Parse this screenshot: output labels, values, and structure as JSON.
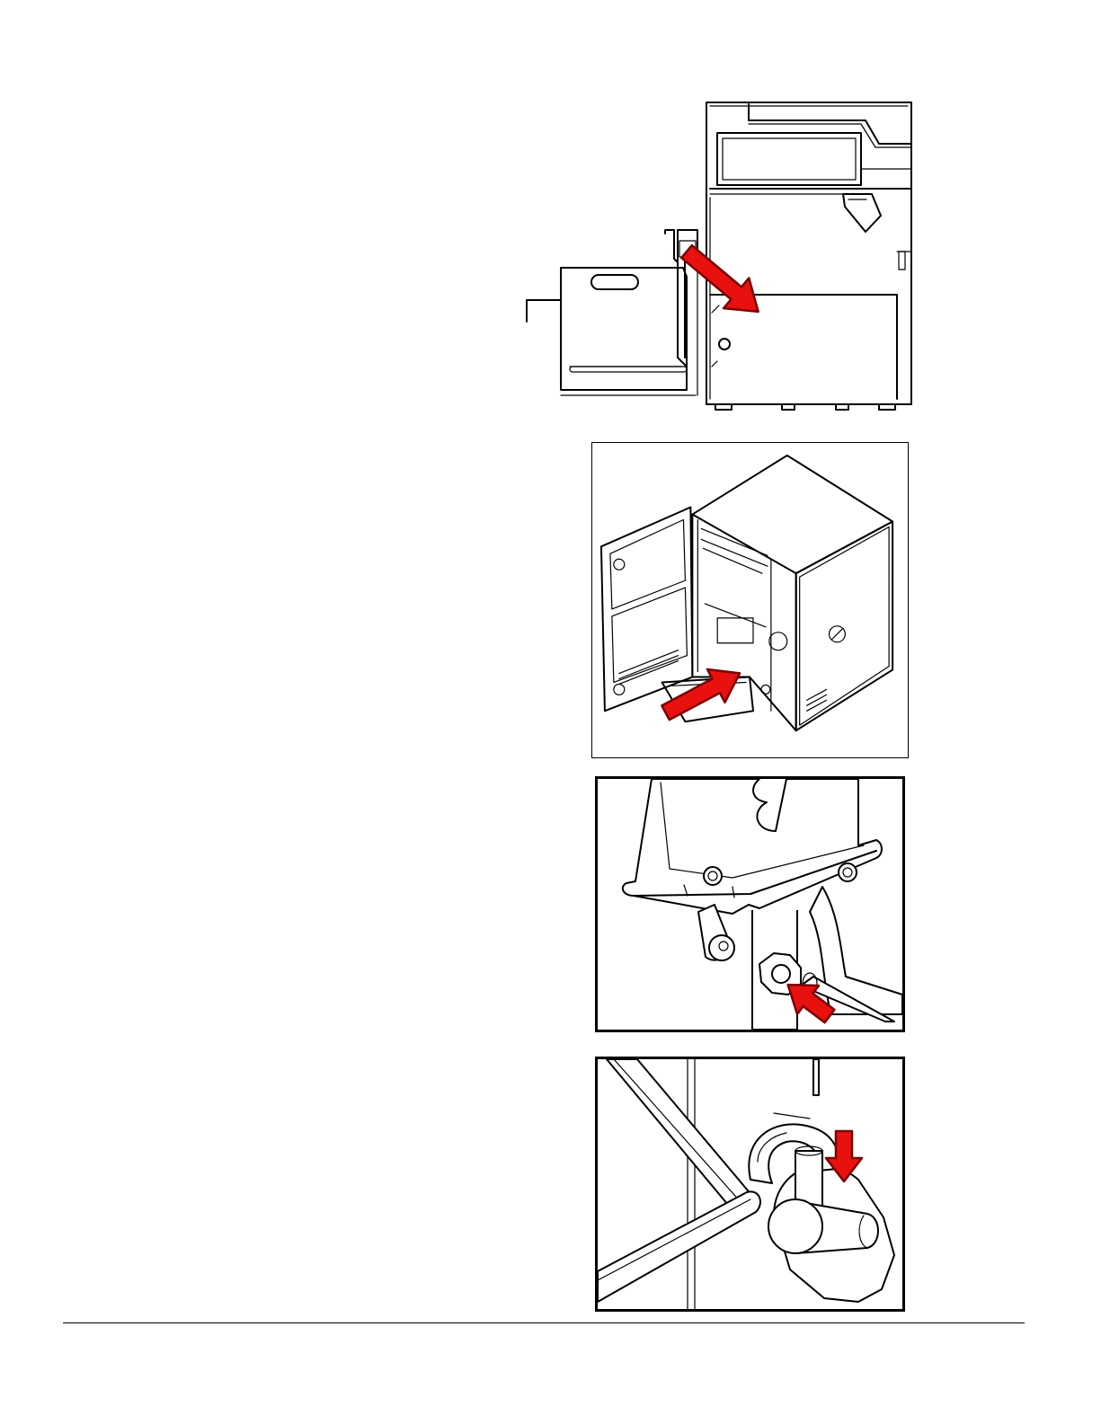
{
  "colors": {
    "line": "#000000",
    "arrow_fill": "#e8110f",
    "arrow_stroke": "#7a0000",
    "background": "#ffffff"
  },
  "figures": [
    {
      "id": "fig-1",
      "arrow": "red-arrow-diagonal-down-right"
    },
    {
      "id": "fig-2",
      "arrow": "red-arrow-diagonal-up-right"
    },
    {
      "id": "fig-3",
      "arrow": "red-arrow-diagonal-up-left"
    },
    {
      "id": "fig-4",
      "arrow": "red-arrow-down"
    }
  ]
}
